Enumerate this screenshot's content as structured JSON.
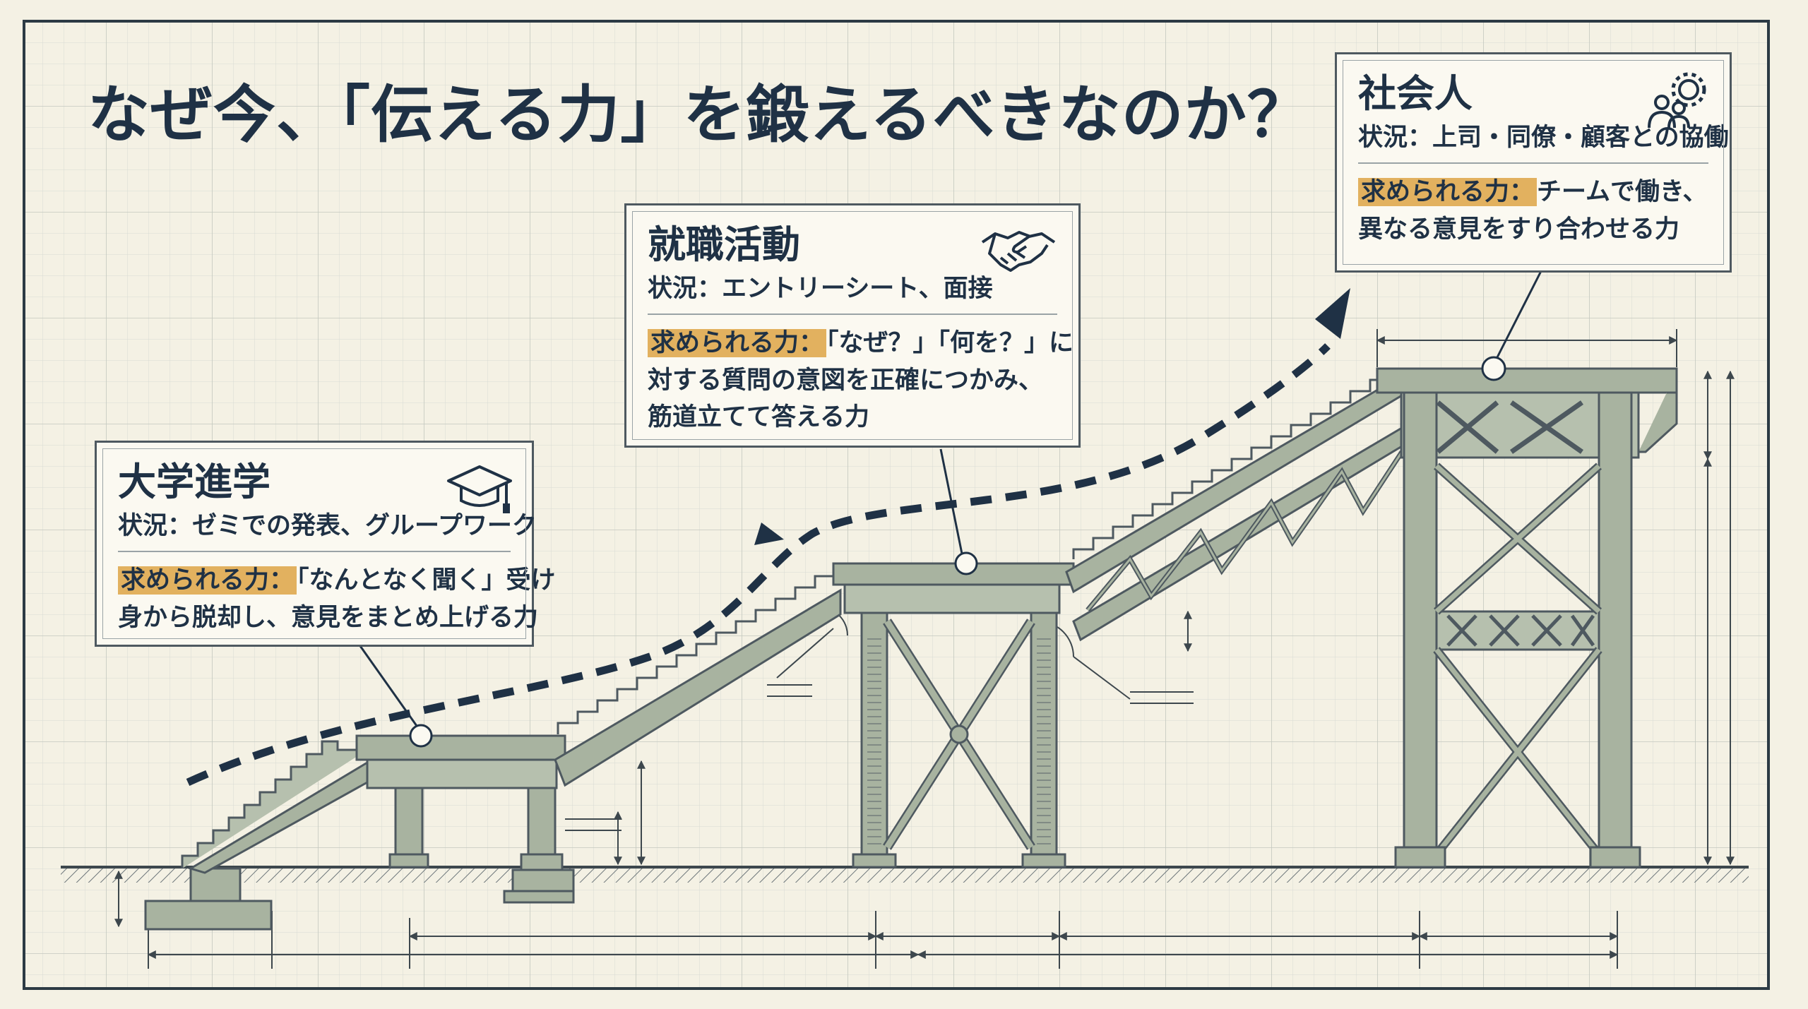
{
  "title": "なぜ今、「伝える力」を鍛えるべきなのか？",
  "stages": [
    {
      "name": "大学進学",
      "situation": "状況：ゼミでの発表、グループワーク",
      "need_label": "求められる力：",
      "need_lines": [
        "「なんとなく聞く」受け",
        "身から脱却し、意見をまとめ上げる力"
      ],
      "icon": "graduation-cap-icon"
    },
    {
      "name": "就職活動",
      "situation": "状況：エントリーシート、面接",
      "need_label": "求められる力：",
      "need_lines": [
        "「なぜ？」「何を？」に",
        "対する質問の意図を正確につかみ、",
        "筋道立てて答える力"
      ],
      "icon": "handshake-icon"
    },
    {
      "name": "社会人",
      "situation": "状況：上司・同僚・顧客との協働",
      "need_label": "求められる力：",
      "need_lines": [
        "チームで働き、",
        "異なる意見をすり合わせる力"
      ],
      "icon": "team-gear-icon"
    }
  ],
  "colors": {
    "background": "#f4f1e4",
    "grid": "#d3d6cf",
    "ink": "#1f3145",
    "steel": "#a8b3a0",
    "steel_edge": "#4e5960",
    "highlight": "#e2b15f"
  }
}
